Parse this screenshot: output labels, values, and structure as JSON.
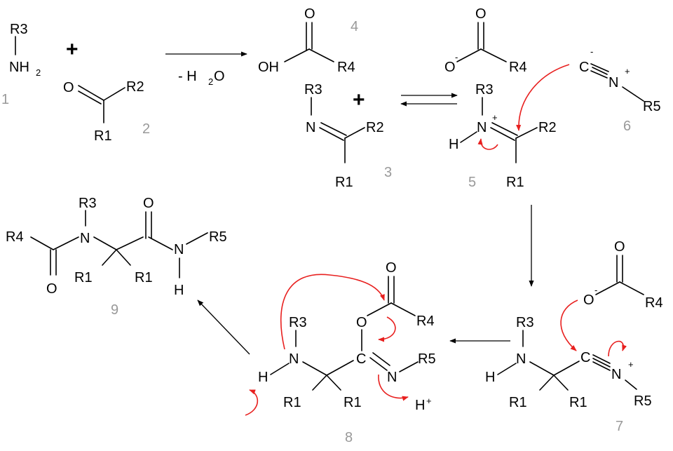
{
  "labels": {
    "r1": "R1",
    "r2": "R2",
    "r3": "R3",
    "r4": "R4",
    "r5": "R5",
    "nh2_nh": "NH",
    "nh2_sub": "2",
    "o": "O",
    "oh": "OH",
    "n": "N",
    "c": "C",
    "h": "H",
    "plus_sign": "+",
    "minus_sign": "-",
    "water_prefix": "- H",
    "water_sub": "2",
    "water_suffix": "O",
    "proton_h": "H",
    "proton_plus": "+"
  },
  "compound_numbers": {
    "c1": "1",
    "c2": "2",
    "c3": "3",
    "c4": "4",
    "c5": "5",
    "c6": "6",
    "c7": "7",
    "c8": "8",
    "c9": "9"
  },
  "colors": {
    "structure": "#000000",
    "electron_arrows": "#e8201f",
    "compound_numbers": "#999999",
    "background": "#ffffff"
  }
}
